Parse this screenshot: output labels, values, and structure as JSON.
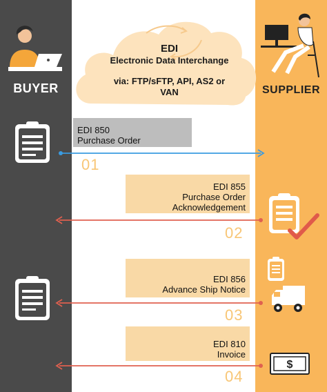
{
  "actors": {
    "buyer": "BUYER",
    "supplier": "SUPPLIER"
  },
  "cloud": {
    "title": "EDI",
    "subtitle": "Electronic Data Interchange",
    "via_line1": "via: FTP/sFTP, API, AS2 or",
    "via_line2": "VAN"
  },
  "steps": [
    {
      "code": "EDI 850",
      "name": "Purchase Order",
      "number": "01",
      "direction": "buyer-to-supplier"
    },
    {
      "code": "EDI 855",
      "name_line1": "Purchase Order",
      "name_line2": "Acknowledgement",
      "number": "02",
      "direction": "supplier-to-buyer"
    },
    {
      "code": "EDI 856",
      "name": "Advance Ship Notice",
      "number": "03",
      "direction": "supplier-to-buyer"
    },
    {
      "code": "EDI 810",
      "name": "Invoice",
      "number": "04",
      "direction": "supplier-to-buyer"
    }
  ],
  "colors": {
    "buyer_column": "#4a4a4a",
    "supplier_column": "#f9b65a",
    "cloud": "#fde3bd",
    "arrow_blue": "#3a9be0",
    "arrow_red": "#e0604f",
    "check": "#e05a4a"
  },
  "icons": [
    "clipboard-icon",
    "person-laptop-icon",
    "person-desk-icon",
    "cloud-icon",
    "clipboard-check-icon",
    "delivery-truck-icon",
    "dollar-bill-icon"
  ]
}
